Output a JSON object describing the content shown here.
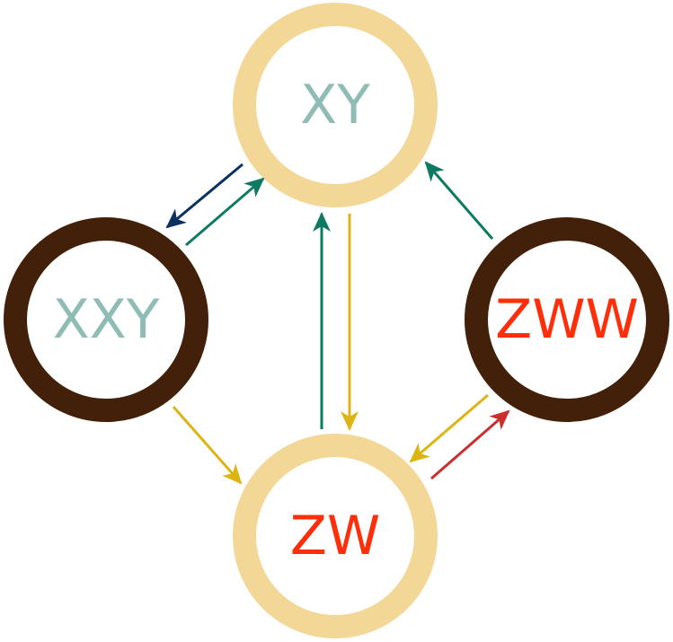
{
  "colors": {
    "ring_light": "#F2D797",
    "ring_dark": "#42200A",
    "text_teal": "#8FBCB5",
    "text_red": "#FF2E0A",
    "arrow_navy": "#0A3160",
    "arrow_green": "#0E7A61",
    "arrow_gold": "#DCB414",
    "arrow_red": "#CC2E2E"
  },
  "nodes": [
    {
      "id": "xy",
      "label": "XY",
      "ring": "light",
      "text_color": "teal"
    },
    {
      "id": "xxy",
      "label": "XXY",
      "ring": "dark",
      "text_color": "teal"
    },
    {
      "id": "zww",
      "label": "ZWW",
      "ring": "dark",
      "text_color": "red"
    },
    {
      "id": "zw",
      "label": "ZW",
      "ring": "light",
      "text_color": "red"
    }
  ],
  "edges": [
    {
      "from": "xy",
      "to": "xxy",
      "color": "navy"
    },
    {
      "from": "xxy",
      "to": "xy",
      "color": "green"
    },
    {
      "from": "zw",
      "to": "xy",
      "color": "green"
    },
    {
      "from": "xy",
      "to": "zw",
      "color": "gold"
    },
    {
      "from": "zww",
      "to": "xy",
      "color": "green"
    },
    {
      "from": "xxy",
      "to": "zw",
      "color": "gold"
    },
    {
      "from": "zww",
      "to": "zw",
      "color": "gold"
    },
    {
      "from": "zw",
      "to": "zww",
      "color": "red"
    }
  ]
}
